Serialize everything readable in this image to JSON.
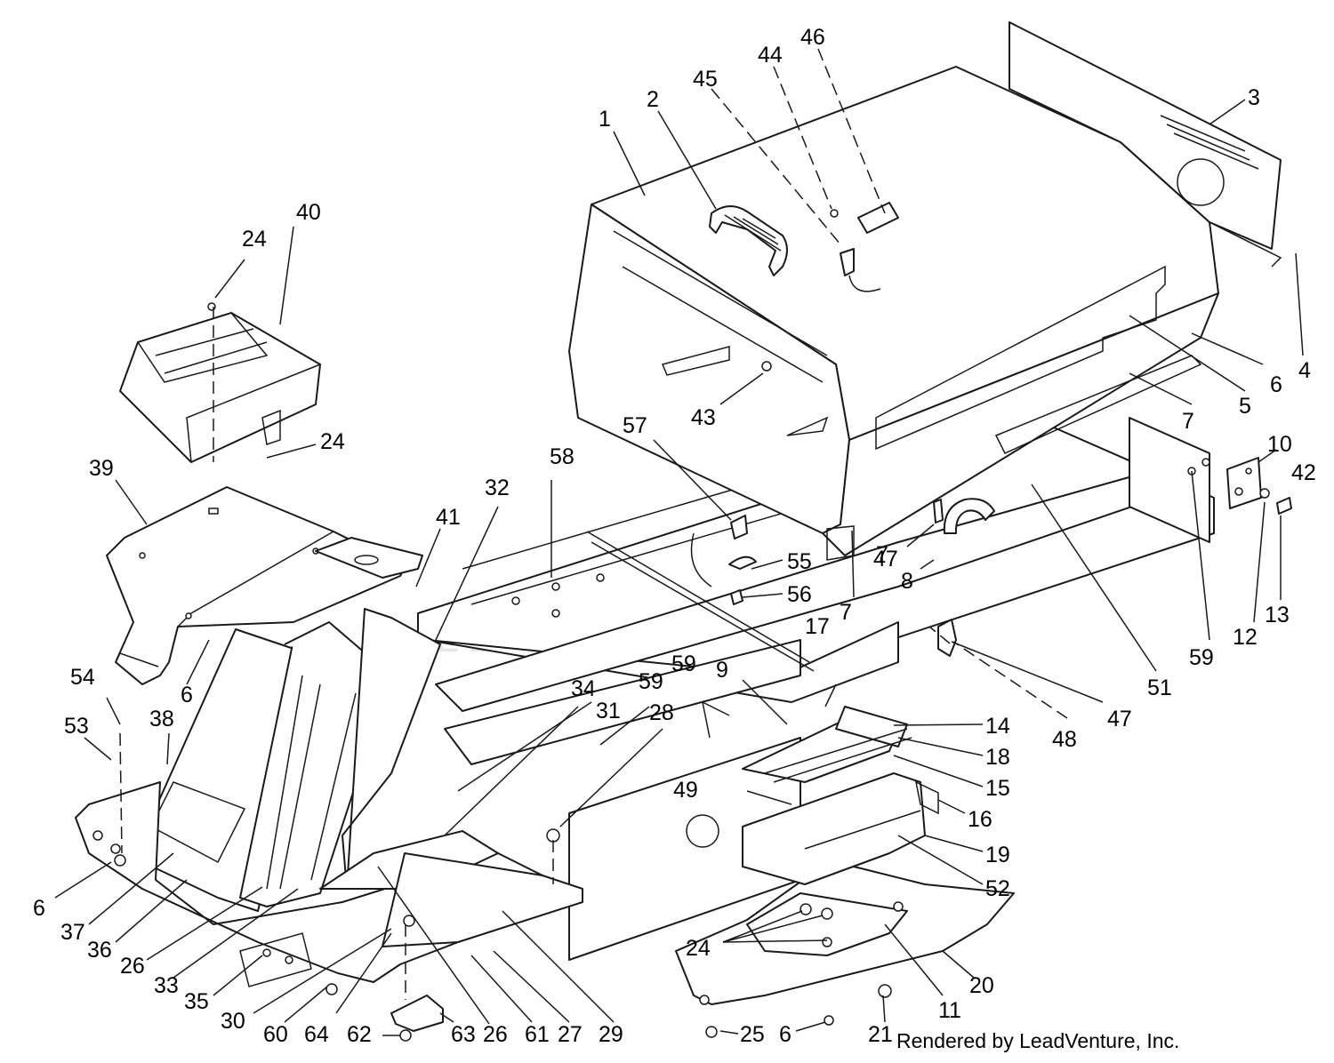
{
  "watermark": "LEADVENTURE",
  "footer": "Rendered by LeadVenture, Inc.",
  "callouts": [
    "1",
    "2",
    "3",
    "4",
    "5",
    "6",
    "6",
    "6",
    "6",
    "7",
    "7",
    "7",
    "8",
    "9",
    "10",
    "42",
    "11",
    "12",
    "13",
    "14",
    "15",
    "16",
    "17",
    "18",
    "19",
    "20",
    "21",
    "24",
    "24",
    "24",
    "25",
    "26",
    "26",
    "27",
    "28",
    "29",
    "30",
    "31",
    "32",
    "33",
    "34",
    "35",
    "36",
    "37",
    "38",
    "39",
    "40",
    "41",
    "43",
    "44",
    "45",
    "46",
    "47",
    "47",
    "48",
    "49",
    "51",
    "52",
    "53",
    "54",
    "55",
    "56",
    "57",
    "58",
    "59",
    "59",
    "59",
    "60",
    "61",
    "62",
    "63",
    "64"
  ]
}
